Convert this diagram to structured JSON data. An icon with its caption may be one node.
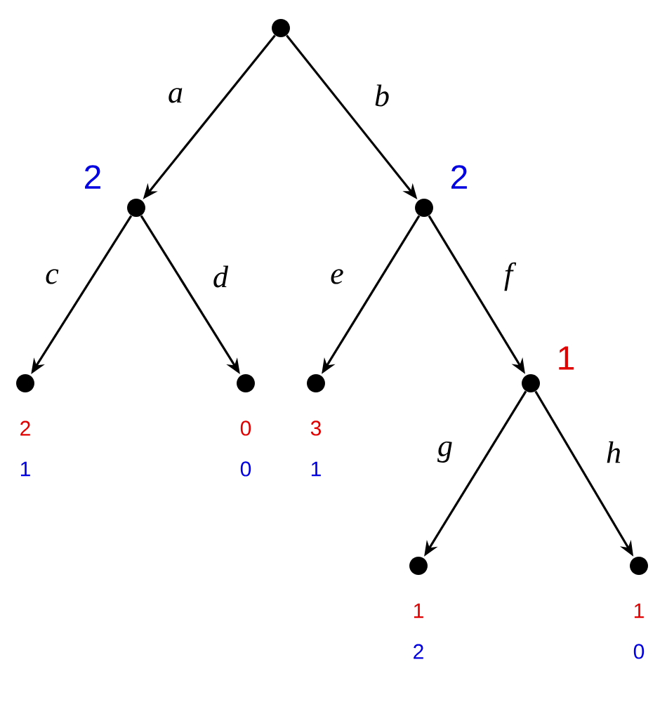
{
  "diagram": {
    "nodes": [
      {
        "text": [],
        "shape": "circle"
      },
      {
        "text": [],
        "shape": "circle",
        "beside": [
          "2"
        ]
      },
      {
        "text": [],
        "shape": "circle",
        "beside": [
          "2"
        ]
      },
      {
        "text": [],
        "shape": "circle",
        "beside": [
          "2",
          "1"
        ]
      },
      {
        "text": [],
        "shape": "circle",
        "beside": [
          "0",
          "0"
        ]
      },
      {
        "text": [],
        "shape": "circle",
        "beside": [
          "3",
          "1"
        ]
      },
      {
        "text": [],
        "shape": "circle",
        "beside": [
          "1"
        ]
      },
      {
        "text": [],
        "shape": "circle",
        "beside": [
          "1",
          "2"
        ]
      },
      {
        "text": [],
        "shape": "circle",
        "beside": [
          "1",
          "0"
        ]
      }
    ],
    "edges": [
      {
        "from": 0,
        "to": 1,
        "arrow": "to",
        "label": "a"
      },
      {
        "from": 0,
        "to": 2,
        "arrow": "to",
        "label": "b"
      },
      {
        "from": 1,
        "to": 3,
        "arrow": "to",
        "label": "c"
      },
      {
        "from": 1,
        "to": 4,
        "arrow": "to",
        "label": "d"
      },
      {
        "from": 2,
        "to": 5,
        "arrow": "to",
        "label": "e"
      },
      {
        "from": 2,
        "to": 6,
        "arrow": "to",
        "label": "f"
      },
      {
        "from": 6,
        "to": 7,
        "arrow": "to",
        "label": "g"
      },
      {
        "from": 6,
        "to": 8,
        "arrow": "to",
        "label": "h"
      }
    ]
  }
}
